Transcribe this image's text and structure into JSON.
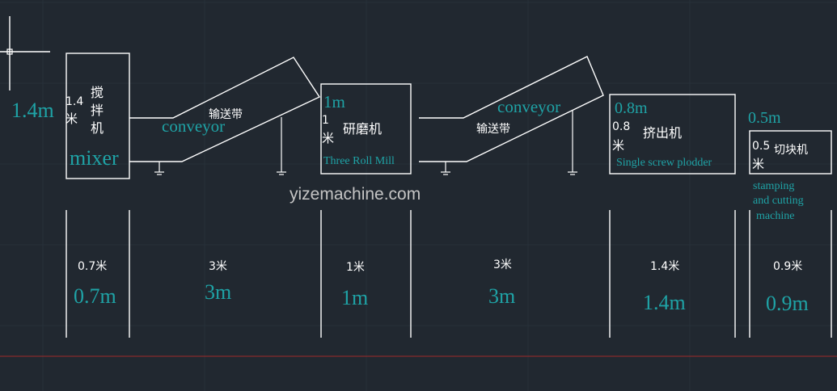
{
  "colors": {
    "background": "#212830",
    "line": "#ffffff",
    "teal_text": "#1fa3a6",
    "grid_line": "#263039",
    "baseline_red": "#a02a2a",
    "watermark": "#c4c4c4"
  },
  "watermark": "yizemachine.com",
  "mixer": {
    "height_en": "1.4m",
    "height_cn_num": "1.4",
    "height_cn_unit": "米",
    "name_cn": [
      "搅",
      "拌",
      "机"
    ],
    "name_en": "mixer"
  },
  "conveyor_1": {
    "name_cn": "输送带",
    "name_en": "conveyor"
  },
  "mill": {
    "height_en": "1m",
    "height_cn_num": "1",
    "height_cn_unit": "米",
    "name_cn": "研磨机",
    "name_en": "Three Roll Mill"
  },
  "conveyor_2": {
    "name_cn": "输送带",
    "name_en": "conveyor"
  },
  "plodder": {
    "height_en": "0.8m",
    "height_cn_num": "0.8",
    "height_cn_unit": "米",
    "name_cn": "挤出机",
    "name_en": "Single screw plodder"
  },
  "cutter": {
    "height_en": "0.5m",
    "height_cn_num": "0.5",
    "height_cn_unit": "米",
    "name_cn": "切块机",
    "name_en": [
      "stamping",
      "and cutting",
      "machine"
    ]
  },
  "widths": [
    {
      "cn": "0.7米",
      "en": "0.7m"
    },
    {
      "cn": "3米",
      "en": "3m"
    },
    {
      "cn": "1米",
      "en": "1m"
    },
    {
      "cn": "3米",
      "en": "3m"
    },
    {
      "cn": "1.4米",
      "en": "1.4m"
    },
    {
      "cn": "0.9米",
      "en": "0.9m"
    }
  ]
}
